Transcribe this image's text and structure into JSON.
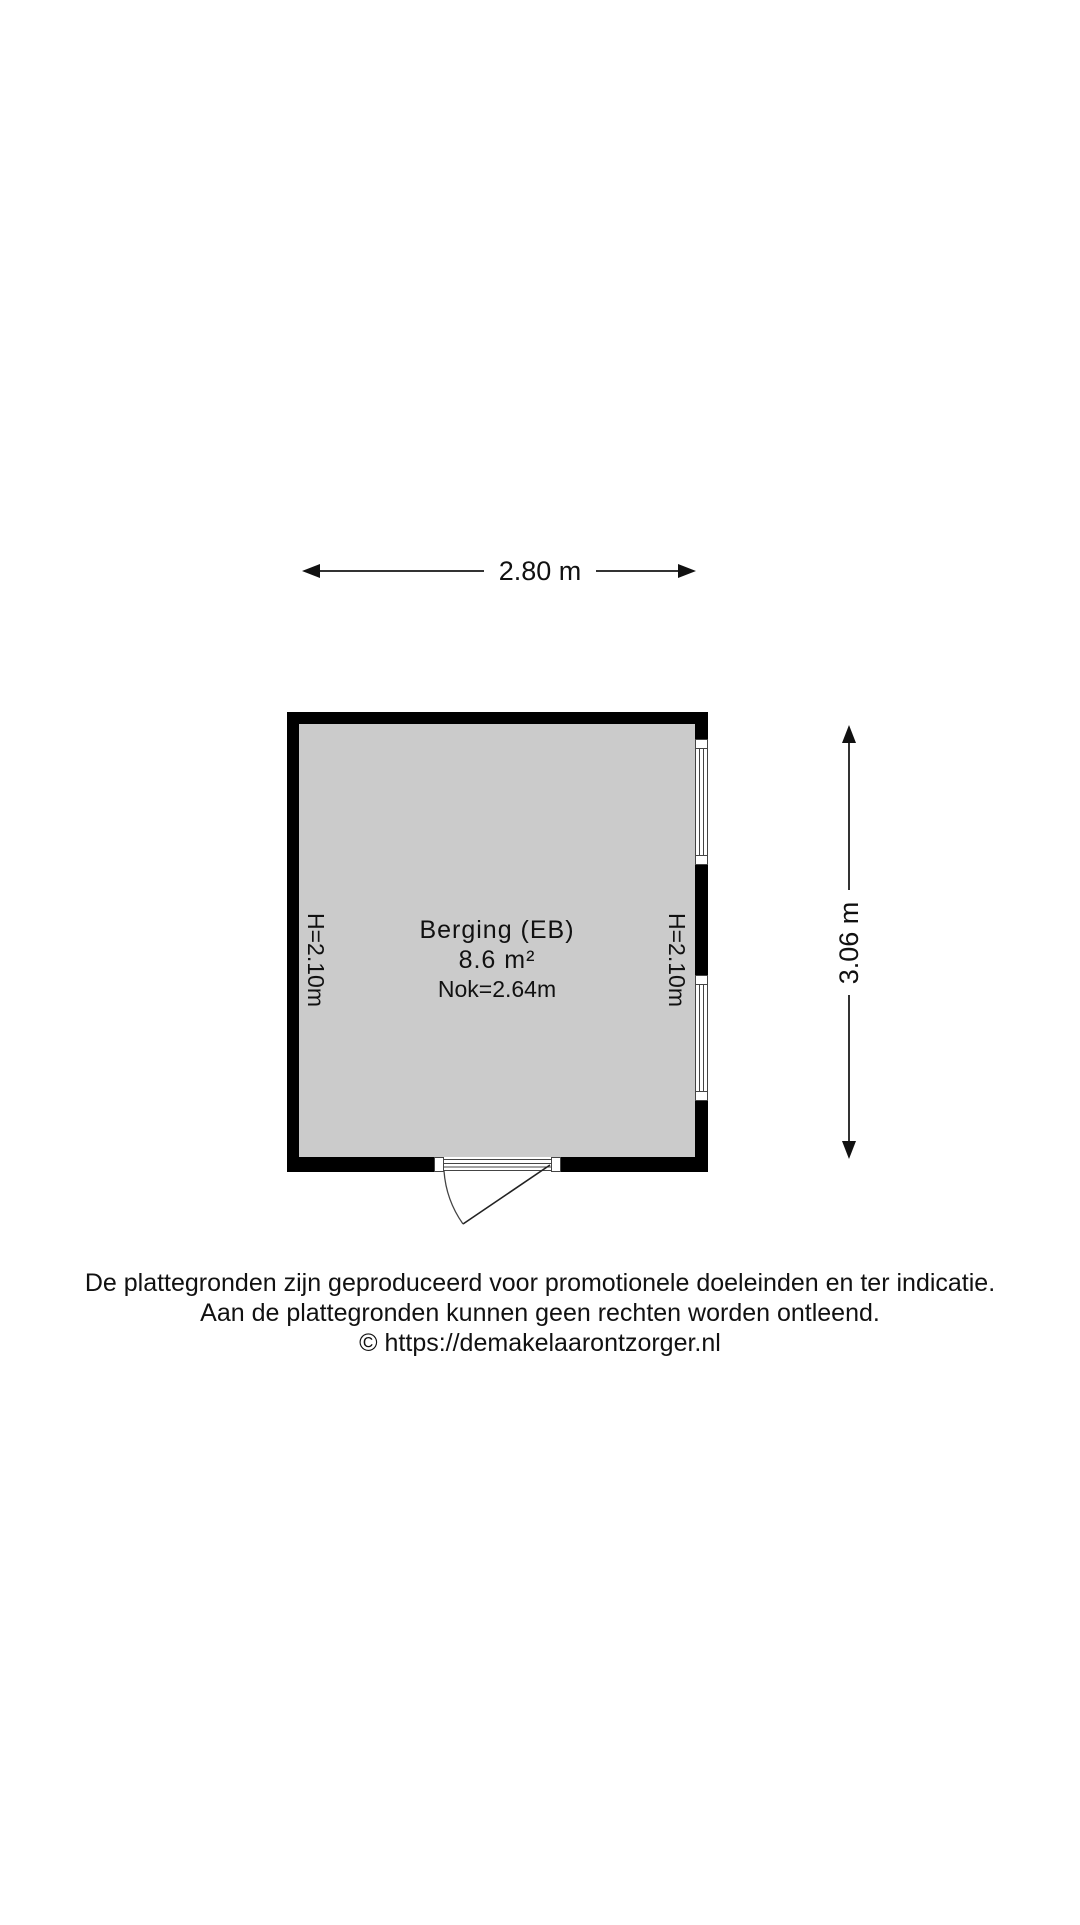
{
  "floorplan": {
    "background_color": "#ffffff",
    "wall_color": "#000000",
    "floor_color": "#cbcbcb",
    "dimensions": {
      "width_label": "2.80 m",
      "depth_label": "3.06 m"
    },
    "room": {
      "name": "Berging (EB)",
      "area": "8.6 m²",
      "ridge_height": "Nok=2.64m",
      "wall_height_left": "H=2.10m",
      "wall_height_right": "H=2.10m"
    },
    "openings": {
      "windows": [
        {
          "wall": "right",
          "position": "upper"
        },
        {
          "wall": "right",
          "position": "lower"
        }
      ],
      "doors": [
        {
          "wall": "bottom",
          "swing": "outward"
        }
      ]
    }
  },
  "disclaimer": {
    "line1": "De plattegronden zijn geproduceerd voor promotionele doeleinden en ter indicatie.",
    "line2": "Aan de plattegronden kunnen geen rechten worden ontleend.",
    "line3": "© https://demakelaarontzorger.nl"
  }
}
